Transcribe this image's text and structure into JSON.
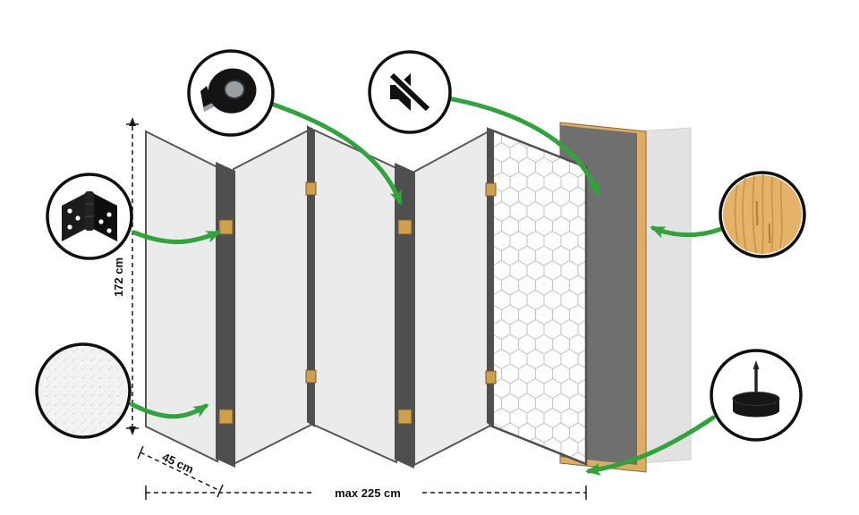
{
  "labels": {
    "height": "172 cm",
    "panel_width": "45 cm",
    "max_width": "max 225 cm"
  },
  "icons": [
    {
      "name": "hinge-icon"
    },
    {
      "name": "tape-roll-icon"
    },
    {
      "name": "mute-speaker-icon"
    },
    {
      "name": "fabric-texture-icon"
    },
    {
      "name": "wood-texture-icon"
    },
    {
      "name": "felt-pad-icon"
    }
  ],
  "colors": {
    "accent_green": "#2fa43b",
    "panel_gray": "#ebebeb",
    "edge_dark": "#4f4f4f",
    "hinge_wood": "#cfa14e",
    "frame_wood": "#ddad63",
    "core_gray": "#6f6f6f",
    "back_panel": "#e2e2e2",
    "wood_circle": "#e5b368",
    "ink": "#111111"
  }
}
